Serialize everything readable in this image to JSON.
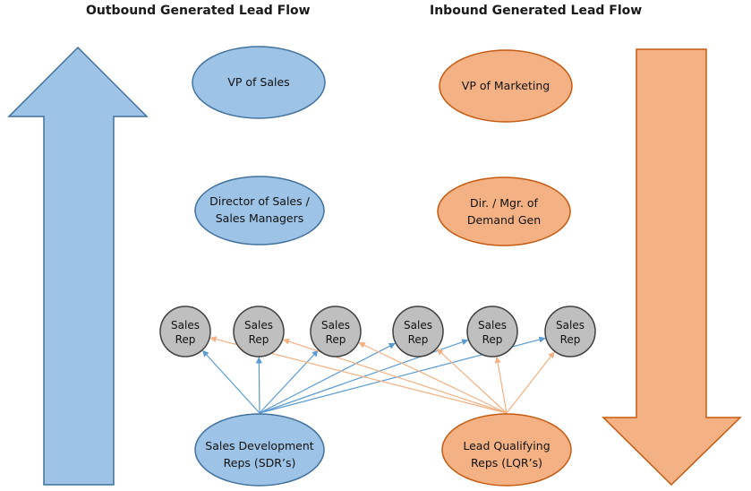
{
  "headings": {
    "outbound": "Outbound Generated Lead Flow",
    "inbound": "Inbound Generated Lead Flow"
  },
  "colors": {
    "outbound_fill": "#9dc3e6",
    "outbound_stroke": "#41719c",
    "inbound_fill": "#f4b183",
    "inbound_stroke": "#c55a11",
    "rep_fill": "#bfbfbf",
    "rep_stroke": "#404040",
    "outbound_line": "#5b9bd5",
    "inbound_line": "#f4b183"
  },
  "outbound_nodes": {
    "vp": [
      "VP of Sales"
    ],
    "director": [
      "Director of Sales /",
      "Sales Managers"
    ],
    "sdr": [
      "Sales Development",
      "Reps (SDR’s)"
    ]
  },
  "inbound_nodes": {
    "vp": [
      "VP of Marketing"
    ],
    "director": [
      "Dir. / Mgr. of",
      "Demand Gen"
    ],
    "lqr": [
      "Lead Qualifying",
      "Reps (LQR’s)"
    ]
  },
  "sales_reps": [
    [
      "Sales",
      "Rep"
    ],
    [
      "Sales",
      "Rep"
    ],
    [
      "Sales",
      "Rep"
    ],
    [
      "Sales",
      "Rep"
    ],
    [
      "Sales",
      "Rep"
    ],
    [
      "Sales",
      "Rep"
    ]
  ],
  "flow_arrows": {
    "outbound_direction": "up",
    "inbound_direction": "down"
  }
}
